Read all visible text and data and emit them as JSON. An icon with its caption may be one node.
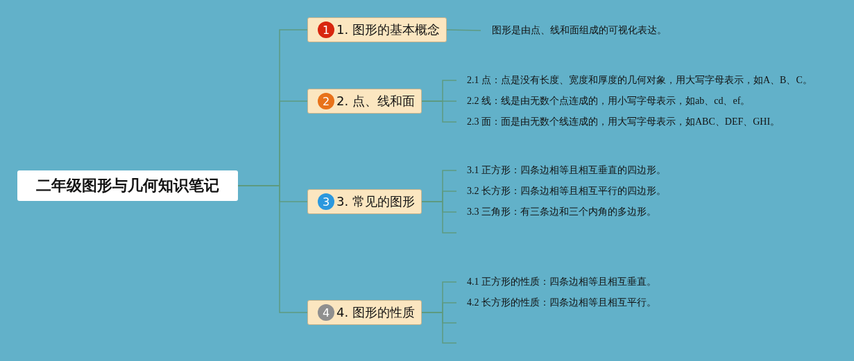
{
  "diagram": {
    "nodes": [
      {
        "text": [
          "二年级图形与几何知识笔记"
        ]
      },
      {
        "text": [
          "1",
          "1. 图形的基本概念"
        ]
      },
      {
        "text": [
          "图形是由点、线和面组成的可视化表达。"
        ]
      },
      {
        "text": [
          "2",
          "2. 点、线和面"
        ]
      },
      {
        "text": [
          "2.1 点：点是没有长度、宽度和厚度的几何对象，用大写字母表示，如A、B、C。"
        ]
      },
      {
        "text": [
          "2.2 线：线是由无数个点连成的，用小写字母表示，如ab、cd、ef。"
        ]
      },
      {
        "text": [
          "2.3 面：面是由无数个线连成的，用大写字母表示，如ABC、DEF、GHI。"
        ]
      },
      {
        "text": [
          "3",
          "3. 常见的图形"
        ]
      },
      {
        "text": [
          "3.1 正方形：四条边相等且相互垂直的四边形。"
        ]
      },
      {
        "text": [
          "3.2 长方形：四条边相等且相互平行的四边形。"
        ]
      },
      {
        "text": [
          "3.3 三角形：有三条边和三个内角的多边形。"
        ]
      },
      {
        "text": [
          "4",
          "4. 图形的性质"
        ]
      },
      {
        "text": [
          "4.1 正方形的性质：四条边相等且相互垂直。"
        ]
      },
      {
        "text": [
          "4.2 长方形的性质：四条边相等且相互平行。"
        ]
      }
    ],
    "edges": [
      {
        "from": 0,
        "to": 1,
        "arrow": "none"
      },
      {
        "from": 0,
        "to": 3,
        "arrow": "none"
      },
      {
        "from": 0,
        "to": 7,
        "arrow": "none"
      },
      {
        "from": 0,
        "to": 11,
        "arrow": "none"
      },
      {
        "from": 1,
        "to": 2,
        "arrow": "none"
      },
      {
        "from": 3,
        "to": 4,
        "arrow": "none"
      },
      {
        "from": 3,
        "to": 5,
        "arrow": "none"
      },
      {
        "from": 3,
        "to": 6,
        "arrow": "none"
      },
      {
        "from": 7,
        "to": 8,
        "arrow": "none"
      },
      {
        "from": 7,
        "to": 9,
        "arrow": "none"
      },
      {
        "from": 7,
        "to": 10,
        "arrow": "none"
      },
      {
        "from": 7,
        "to": null,
        "arrow": "none"
      },
      {
        "from": 11,
        "to": 12,
        "arrow": "none"
      },
      {
        "from": 11,
        "to": 13,
        "arrow": "none"
      },
      {
        "from": 11,
        "to": null,
        "arrow": "none"
      },
      {
        "from": 11,
        "to": null,
        "arrow": "none"
      }
    ]
  }
}
